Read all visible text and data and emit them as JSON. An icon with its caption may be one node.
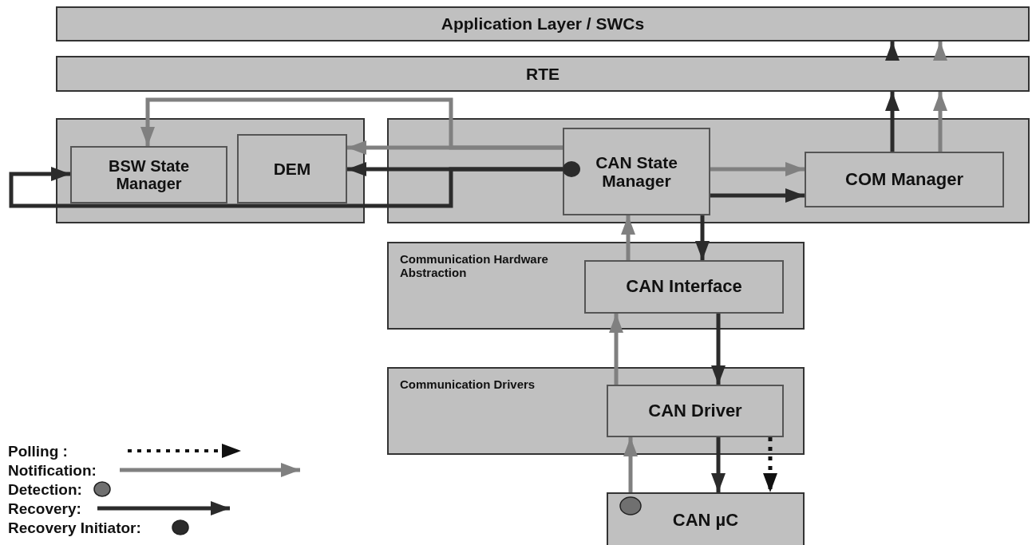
{
  "diagram": {
    "nodes": [
      {
        "text": [
          "Application Layer / SWCs"
        ]
      },
      {
        "text": [
          "RTE"
        ]
      },
      {
        "text": [],
        "shape": "box"
      },
      {
        "text": [
          "BSW State Manager"
        ],
        "in": 2
      },
      {
        "text": [
          "DEM"
        ],
        "in": 2
      },
      {
        "text": [],
        "shape": "box"
      },
      {
        "text": [
          "CAN State Manager"
        ],
        "in": 5
      },
      {
        "text": [
          "COM Manager"
        ],
        "in": 5
      },
      {
        "text": [
          "Communication Hardware Abstraction"
        ]
      },
      {
        "text": [
          "CAN Interface"
        ],
        "in": 8
      },
      {
        "text": [
          "Communication Drivers"
        ]
      },
      {
        "text": [
          "CAN Driver"
        ],
        "in": 10
      },
      {
        "text": [
          "CAN µC"
        ]
      }
    ],
    "edges": [
      {
        "from": 6,
        "to": 4,
        "arrow": "to",
        "color": "#808080"
      },
      {
        "from": 6,
        "to": 3,
        "arrow": "to",
        "color": "#808080"
      },
      {
        "from": 6,
        "to": 4,
        "arrow": "to"
      },
      {
        "from": 6,
        "to": 3,
        "arrow": "to"
      },
      {
        "from": 6,
        "to": 7,
        "arrow": "to",
        "color": "#808080"
      },
      {
        "from": 6,
        "to": 7,
        "arrow": "to"
      },
      {
        "from": 7,
        "to": 1,
        "arrow": "to"
      },
      {
        "from": 1,
        "to": 0,
        "arrow": "to"
      },
      {
        "from": 7,
        "to": 1,
        "arrow": "to",
        "color": "#808080"
      },
      {
        "from": 1,
        "to": 0,
        "arrow": "to",
        "color": "#808080"
      },
      {
        "from": 9,
        "to": 6,
        "arrow": "to",
        "color": "#808080"
      },
      {
        "from": 6,
        "to": 9,
        "arrow": "to"
      },
      {
        "from": 9,
        "to": 11,
        "arrow": "to"
      },
      {
        "from": 11,
        "to": 9,
        "arrow": "to",
        "color": "#808080"
      },
      {
        "from": 12,
        "to": 11,
        "arrow": "to",
        "color": "#808080"
      },
      {
        "from": 11,
        "to": 12,
        "arrow": "to"
      },
      {
        "from": 11,
        "to": 12,
        "arrow": "to",
        "style": "dashed",
        "color": "#111111"
      }
    ],
    "legend": [
      {
        "text": "Polling :"
      },
      {
        "text": "Notification:"
      },
      {
        "text": "Detection:"
      },
      {
        "text": "Recovery:"
      },
      {
        "text": "Recovery Initiator:"
      }
    ]
  }
}
